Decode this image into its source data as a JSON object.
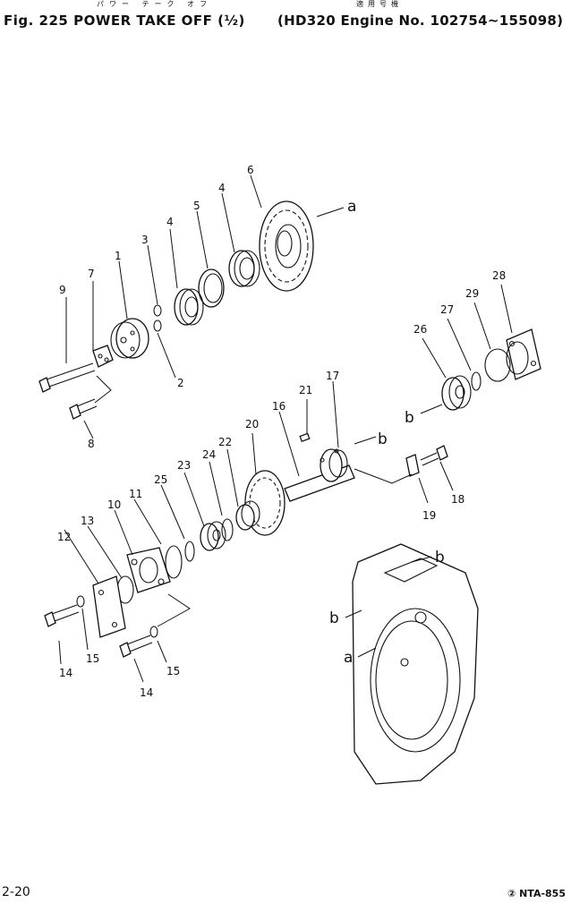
{
  "header": {
    "title": "Fig. 225   POWER TAKE OFF (½)",
    "title_kana": "パワー テーク オフ",
    "serial": "(HD320 Engine No. 102754~155098)",
    "serial_kanji": "適用号機"
  },
  "footer": {
    "page_number": "2-20",
    "doc_code": "② NTA-855"
  },
  "part_numbers": [
    "1",
    "2",
    "3",
    "4",
    "4",
    "5",
    "6",
    "7",
    "8",
    "9",
    "10",
    "11",
    "12",
    "13",
    "14",
    "14",
    "15",
    "15",
    "16",
    "17",
    "18",
    "19",
    "20",
    "21",
    "22",
    "23",
    "24",
    "25",
    "26",
    "27",
    "28",
    "29"
  ],
  "reference_letters": [
    "a",
    "a",
    "b",
    "b",
    "b",
    "b"
  ]
}
